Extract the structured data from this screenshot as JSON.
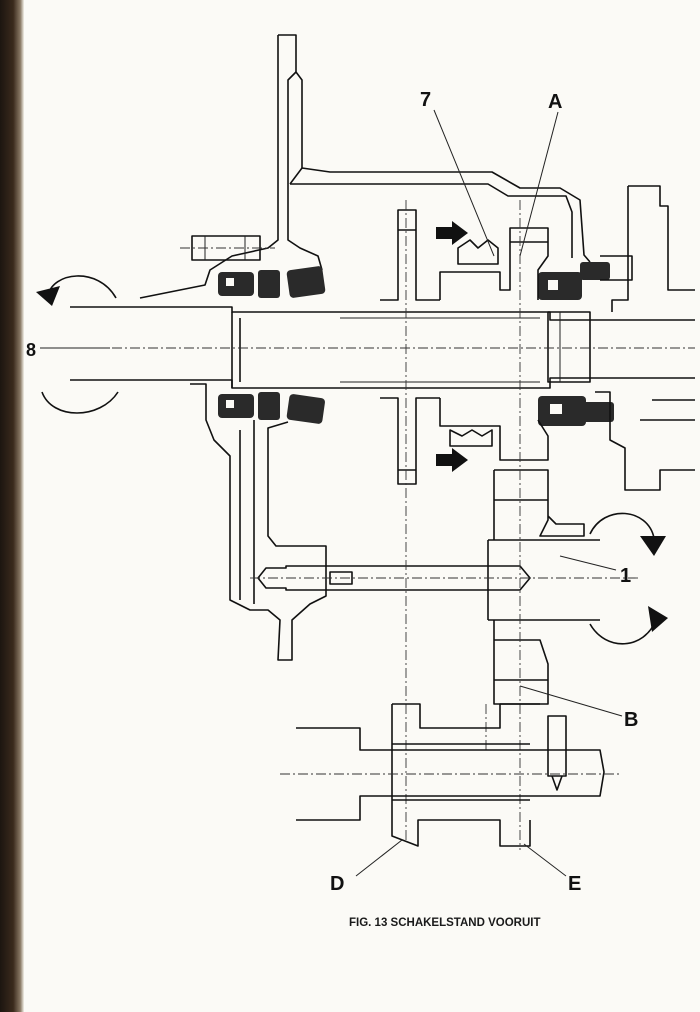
{
  "figure": {
    "caption": "FIG. 13 SCHAKELSTAND VOORUIT"
  },
  "labels": {
    "shaft_left": "8",
    "part_7": "7",
    "part_a": "A",
    "part_1": "1",
    "part_b": "B",
    "part_d": "D",
    "part_e": "E"
  }
}
